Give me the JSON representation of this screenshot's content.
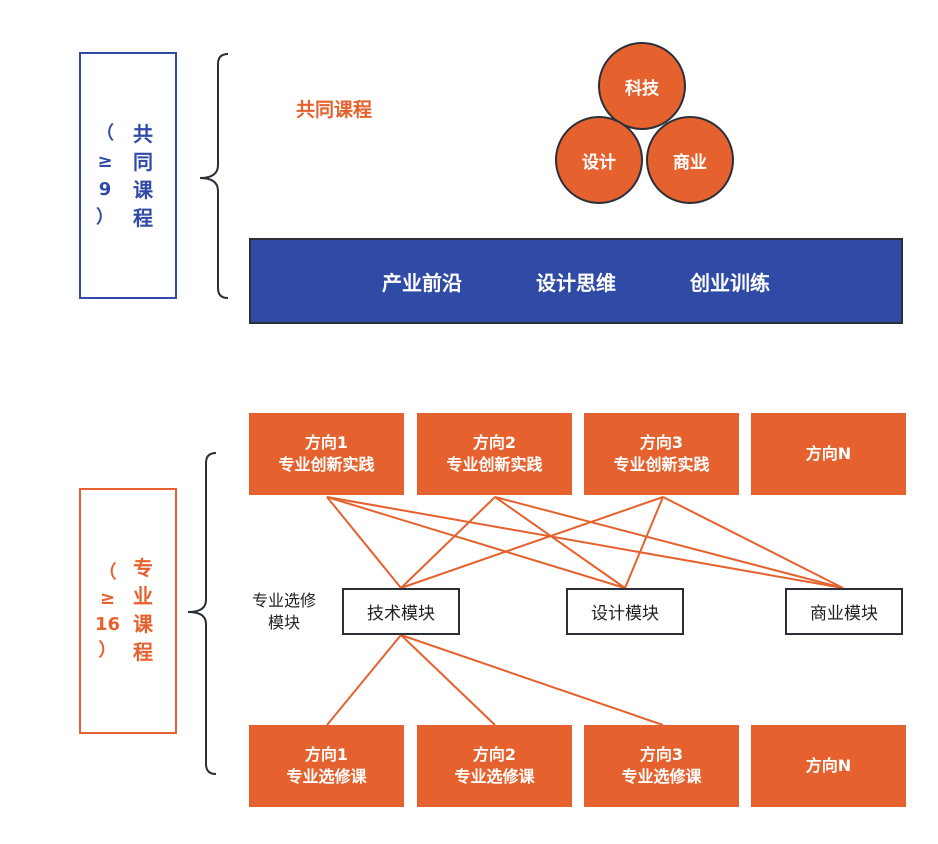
{
  "common": {
    "side_label": {
      "chars": [
        "共",
        "同",
        "课",
        "程"
      ],
      "count_chars": [
        "（",
        "≥",
        "9",
        "）"
      ]
    },
    "title": "共同课程",
    "circles": [
      {
        "id": "tech",
        "label": "科技"
      },
      {
        "id": "design",
        "label": "设计"
      },
      {
        "id": "business",
        "label": "商业"
      }
    ],
    "bar_items": [
      "产业前沿",
      "设计思维",
      "创业训练"
    ]
  },
  "major": {
    "side_label": {
      "chars": [
        "专",
        "业",
        "课",
        "程"
      ],
      "count_chars": [
        "（",
        "≥",
        "16",
        "）"
      ]
    },
    "practice_boxes": [
      {
        "line1": "方向1",
        "line2": "专业创新实践"
      },
      {
        "line1": "方向2",
        "line2": "专业创新实践"
      },
      {
        "line1": "方向3",
        "line2": "专业创新实践"
      },
      {
        "line1": "方向N",
        "line2": ""
      }
    ],
    "module_caption": [
      "专业选修",
      "模块"
    ],
    "modules": [
      "技术模块",
      "设计模块",
      "商业模块"
    ],
    "elective_boxes": [
      {
        "line1": "方向1",
        "line2": "专业选修课"
      },
      {
        "line1": "方向2",
        "line2": "专业选修课"
      },
      {
        "line1": "方向3",
        "line2": "专业选修课"
      },
      {
        "line1": "方向N",
        "line2": ""
      }
    ],
    "connections_upper": [
      {
        "from": "方向1",
        "to": [
          "技术模块",
          "设计模块",
          "商业模块"
        ]
      },
      {
        "from": "方向2",
        "to": [
          "技术模块",
          "设计模块",
          "商业模块"
        ]
      },
      {
        "from": "方向3",
        "to": [
          "技术模块",
          "设计模块",
          "商业模块"
        ]
      }
    ],
    "connections_lower": [
      {
        "from": "技术模块",
        "to": [
          "方向1",
          "方向2",
          "方向3"
        ]
      }
    ]
  },
  "colors": {
    "blue": "#304BA5",
    "orange": "#E5612D",
    "dark": "#2a2f3a"
  }
}
